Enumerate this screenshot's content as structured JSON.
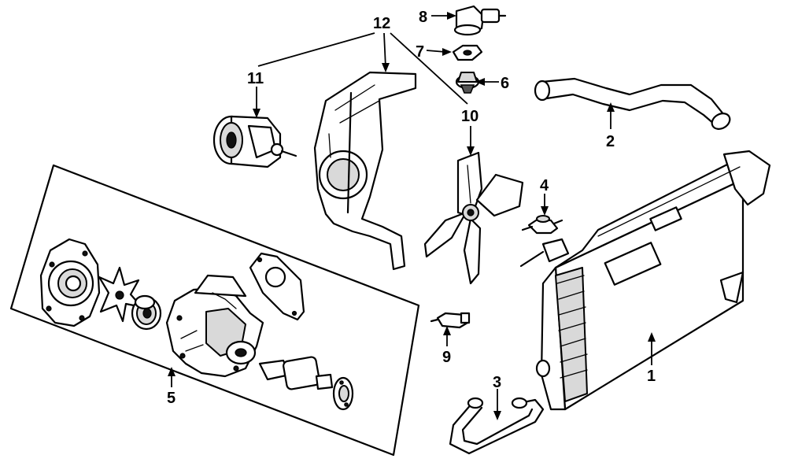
{
  "callouts": {
    "c1": "1",
    "c2": "2",
    "c3": "3",
    "c4": "4",
    "c5": "5",
    "c6": "6",
    "c7": "7",
    "c8": "8",
    "c9": "9",
    "c10": "10",
    "c11": "11",
    "c12": "12"
  },
  "colors": {
    "ink": "#000000",
    "paper": "#ffffff",
    "shade": "#d9d9d9"
  }
}
